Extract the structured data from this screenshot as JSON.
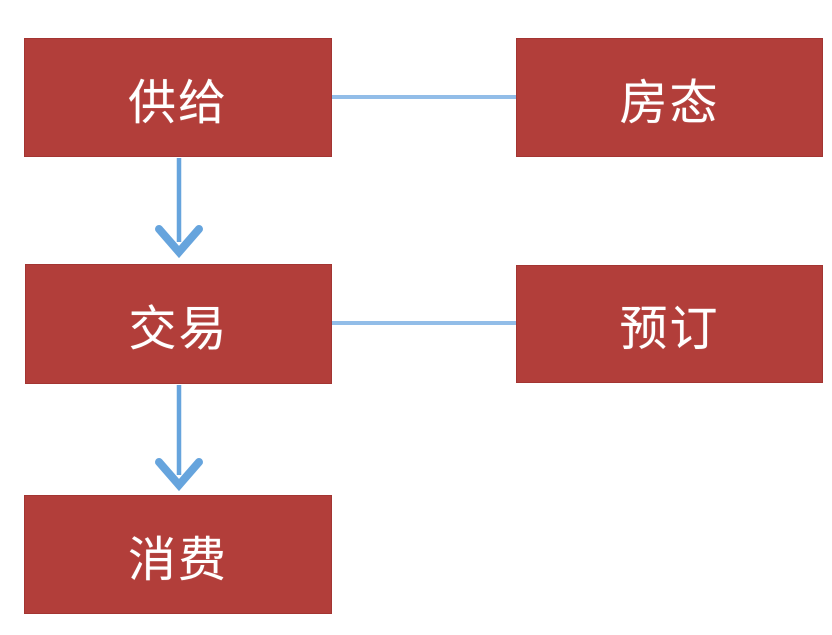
{
  "diagram": {
    "colors": {
      "background": "#ffffff",
      "node_fill": "#b23e3a",
      "node_border": "#a33532",
      "node_text": "#ffffff",
      "connector_line": "#92bde8",
      "connector_arrow": "#66a4dd"
    },
    "nodes": [
      {
        "id": "supply",
        "label": "供给"
      },
      {
        "id": "room-status",
        "label": "房态"
      },
      {
        "id": "transaction",
        "label": "交易"
      },
      {
        "id": "booking",
        "label": "预订"
      },
      {
        "id": "consumption",
        "label": "消费"
      }
    ],
    "edges": [
      {
        "from": "供给",
        "to": "交易",
        "style": "arrow"
      },
      {
        "from": "交易",
        "to": "消费",
        "style": "arrow"
      },
      {
        "from": "供给",
        "to": "房态",
        "style": "line"
      },
      {
        "from": "交易",
        "to": "预订",
        "style": "line"
      }
    ]
  }
}
